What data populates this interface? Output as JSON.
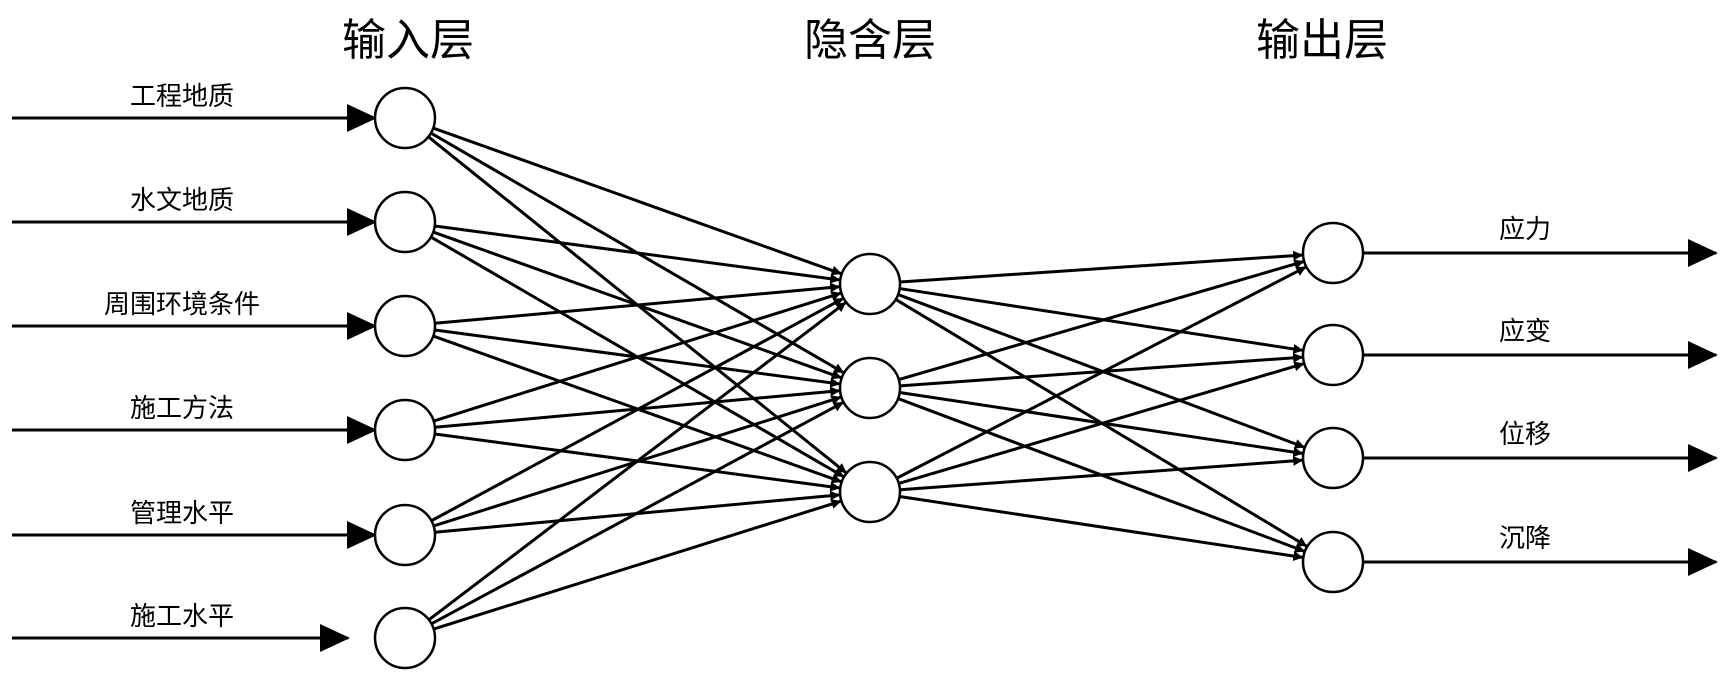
{
  "layers": {
    "input_title": "输入层",
    "hidden_title": "隐含层",
    "output_title": "输出层"
  },
  "inputs": [
    {
      "label": "工程地质"
    },
    {
      "label": "水文地质"
    },
    {
      "label": "周围环境条件"
    },
    {
      "label": "施工方法"
    },
    {
      "label": "管理水平"
    },
    {
      "label": "施工水平"
    }
  ],
  "hidden": [
    {
      "id": "h1"
    },
    {
      "id": "h2"
    },
    {
      "id": "h3"
    }
  ],
  "outputs": [
    {
      "label": "应力"
    },
    {
      "label": "应变"
    },
    {
      "label": "位移"
    },
    {
      "label": "沉降"
    }
  ],
  "colors": {
    "stroke": "#000000",
    "fill": "#ffffff"
  }
}
